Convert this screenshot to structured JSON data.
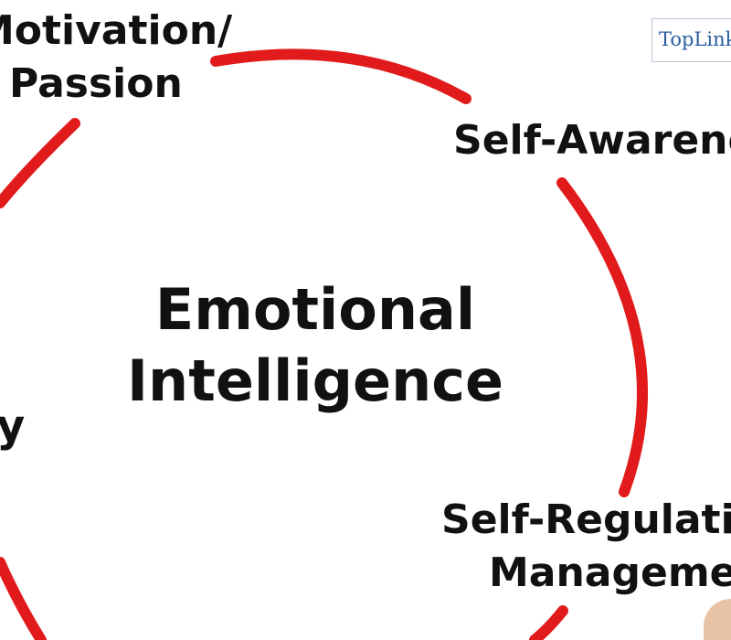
{
  "diagram": {
    "center_title_line1": "Emotional",
    "center_title_line2": "Intelligence",
    "labels": {
      "motivation_line1": "Motivation/",
      "motivation_line2": "Passion",
      "self_awareness": "Self-Awareness",
      "self_regulation_line1": "Self-Regulation/",
      "self_regulation_line2": "Management",
      "empathy_fragment": "y"
    },
    "arc_color": "#e11b1b"
  },
  "logo": {
    "text": "TopLink"
  }
}
